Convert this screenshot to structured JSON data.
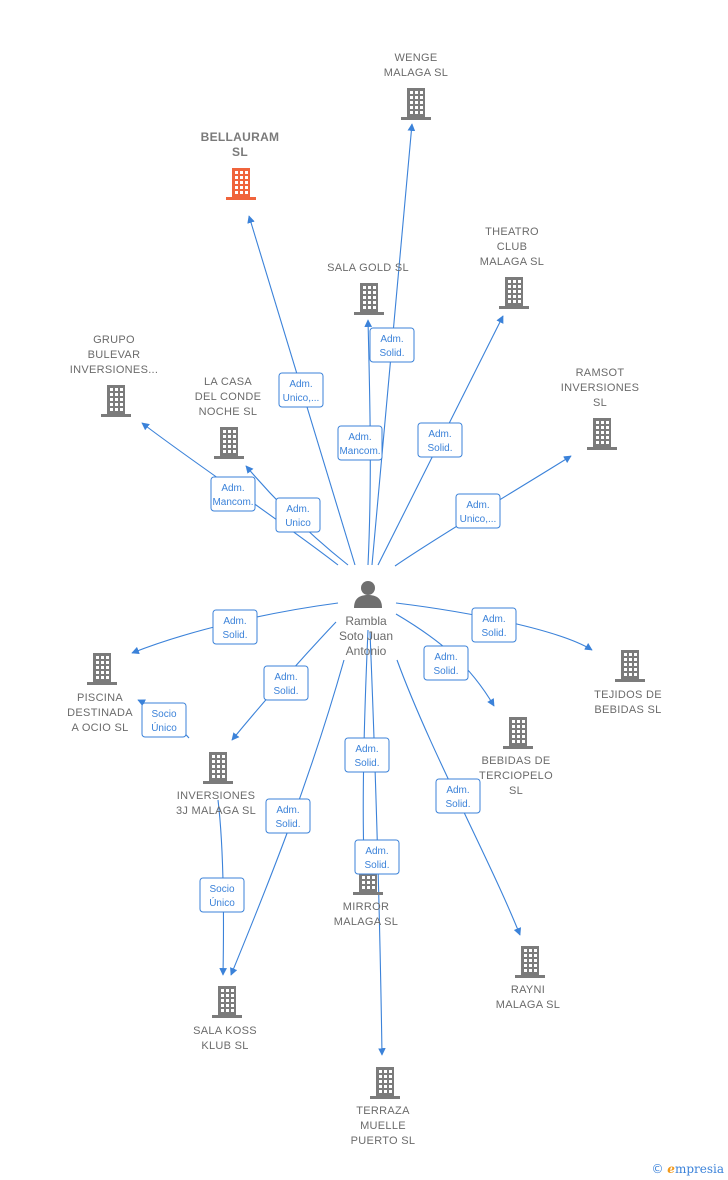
{
  "center": {
    "name_lines": [
      "Rambla",
      "Soto Juan",
      "Antonio"
    ],
    "icon": "person-icon"
  },
  "companies": [
    {
      "id": "wenge",
      "lines": [
        "WENGE",
        "MALAGA  SL"
      ],
      "highlight": false
    },
    {
      "id": "bellauram",
      "lines": [
        "BELLAURAM",
        "SL"
      ],
      "highlight": true
    },
    {
      "id": "theatro",
      "lines": [
        "THEATRO",
        "CLUB",
        "MALAGA  SL"
      ],
      "highlight": false
    },
    {
      "id": "salagold",
      "lines": [
        "SALA GOLD  SL"
      ],
      "highlight": false
    },
    {
      "id": "grupobulevar",
      "lines": [
        "GRUPO",
        "BULEVAR",
        "INVERSIONES..."
      ],
      "highlight": false
    },
    {
      "id": "lacasa",
      "lines": [
        "LA CASA",
        "DEL CONDE",
        "NOCHE SL"
      ],
      "highlight": false
    },
    {
      "id": "ramsot",
      "lines": [
        "RAMSOT",
        "INVERSIONES",
        "SL"
      ],
      "highlight": false
    },
    {
      "id": "piscina",
      "lines": [
        "PISCINA",
        "DESTINADA",
        "A OCIO  SL"
      ],
      "highlight": false
    },
    {
      "id": "tejidos",
      "lines": [
        "TEJIDOS DE",
        "BEBIDAS  SL"
      ],
      "highlight": false
    },
    {
      "id": "bebidas",
      "lines": [
        "BEBIDAS DE",
        "TERCIOPELO",
        "SL"
      ],
      "highlight": false
    },
    {
      "id": "inversiones3j",
      "lines": [
        "INVERSIONES",
        "3J MALAGA  SL"
      ],
      "highlight": false
    },
    {
      "id": "mirror",
      "lines": [
        "MIRROR",
        "MALAGA SL"
      ],
      "highlight": false
    },
    {
      "id": "rayni",
      "lines": [
        "RAYNI",
        "MALAGA  SL"
      ],
      "highlight": false
    },
    {
      "id": "salakoss",
      "lines": [
        "SALA KOSS",
        "KLUB  SL"
      ],
      "highlight": false
    },
    {
      "id": "terraza",
      "lines": [
        "TERRAZA",
        "MUELLE",
        "PUERTO  SL"
      ],
      "highlight": false
    }
  ],
  "relations": [
    {
      "from": "center",
      "to": "wenge",
      "label": [
        "Adm.",
        "Solid."
      ]
    },
    {
      "from": "center",
      "to": "bellauram",
      "label": [
        "Adm.",
        "Unico,..."
      ]
    },
    {
      "from": "center",
      "to": "salagold",
      "label": [
        "Adm.",
        "Mancom."
      ]
    },
    {
      "from": "center",
      "to": "theatro",
      "label": [
        "Adm.",
        "Solid."
      ]
    },
    {
      "from": "center",
      "to": "grupobulevar",
      "label": [
        "Adm.",
        "Mancom."
      ]
    },
    {
      "from": "center",
      "to": "lacasa",
      "label": [
        "Adm.",
        "Unico"
      ]
    },
    {
      "from": "center",
      "to": "ramsot",
      "label": [
        "Adm.",
        "Unico,..."
      ]
    },
    {
      "from": "center",
      "to": "piscina",
      "label": [
        "Adm.",
        "Solid."
      ]
    },
    {
      "from": "center",
      "to": "tejidos",
      "label": [
        "Adm.",
        "Solid."
      ]
    },
    {
      "from": "center",
      "to": "bebidas",
      "label": [
        "Adm.",
        "Solid."
      ]
    },
    {
      "from": "center",
      "to": "inversiones3j",
      "label": [
        "Adm.",
        "Solid."
      ]
    },
    {
      "from": "inversiones3j",
      "to": "piscina",
      "label": [
        "Socio",
        "Único"
      ]
    },
    {
      "from": "center",
      "to": "mirror",
      "label": [
        "Adm.",
        "Solid."
      ]
    },
    {
      "from": "center",
      "to": "rayni",
      "label": [
        "Adm.",
        "Solid."
      ]
    },
    {
      "from": "center",
      "to": "salakoss",
      "label": [
        "Adm.",
        "Solid."
      ]
    },
    {
      "from": "inversiones3j",
      "to": "salakoss",
      "label": [
        "Socio",
        "Único"
      ]
    },
    {
      "from": "center",
      "to": "terraza",
      "label": [
        "Adm.",
        "Solid."
      ]
    }
  ],
  "brand": {
    "symbol": "©",
    "initial": "e",
    "rest": "mpresia"
  },
  "colors": {
    "edge": "#3b82d9",
    "building": "#7b7b7b",
    "highlight": "#f0643c"
  }
}
